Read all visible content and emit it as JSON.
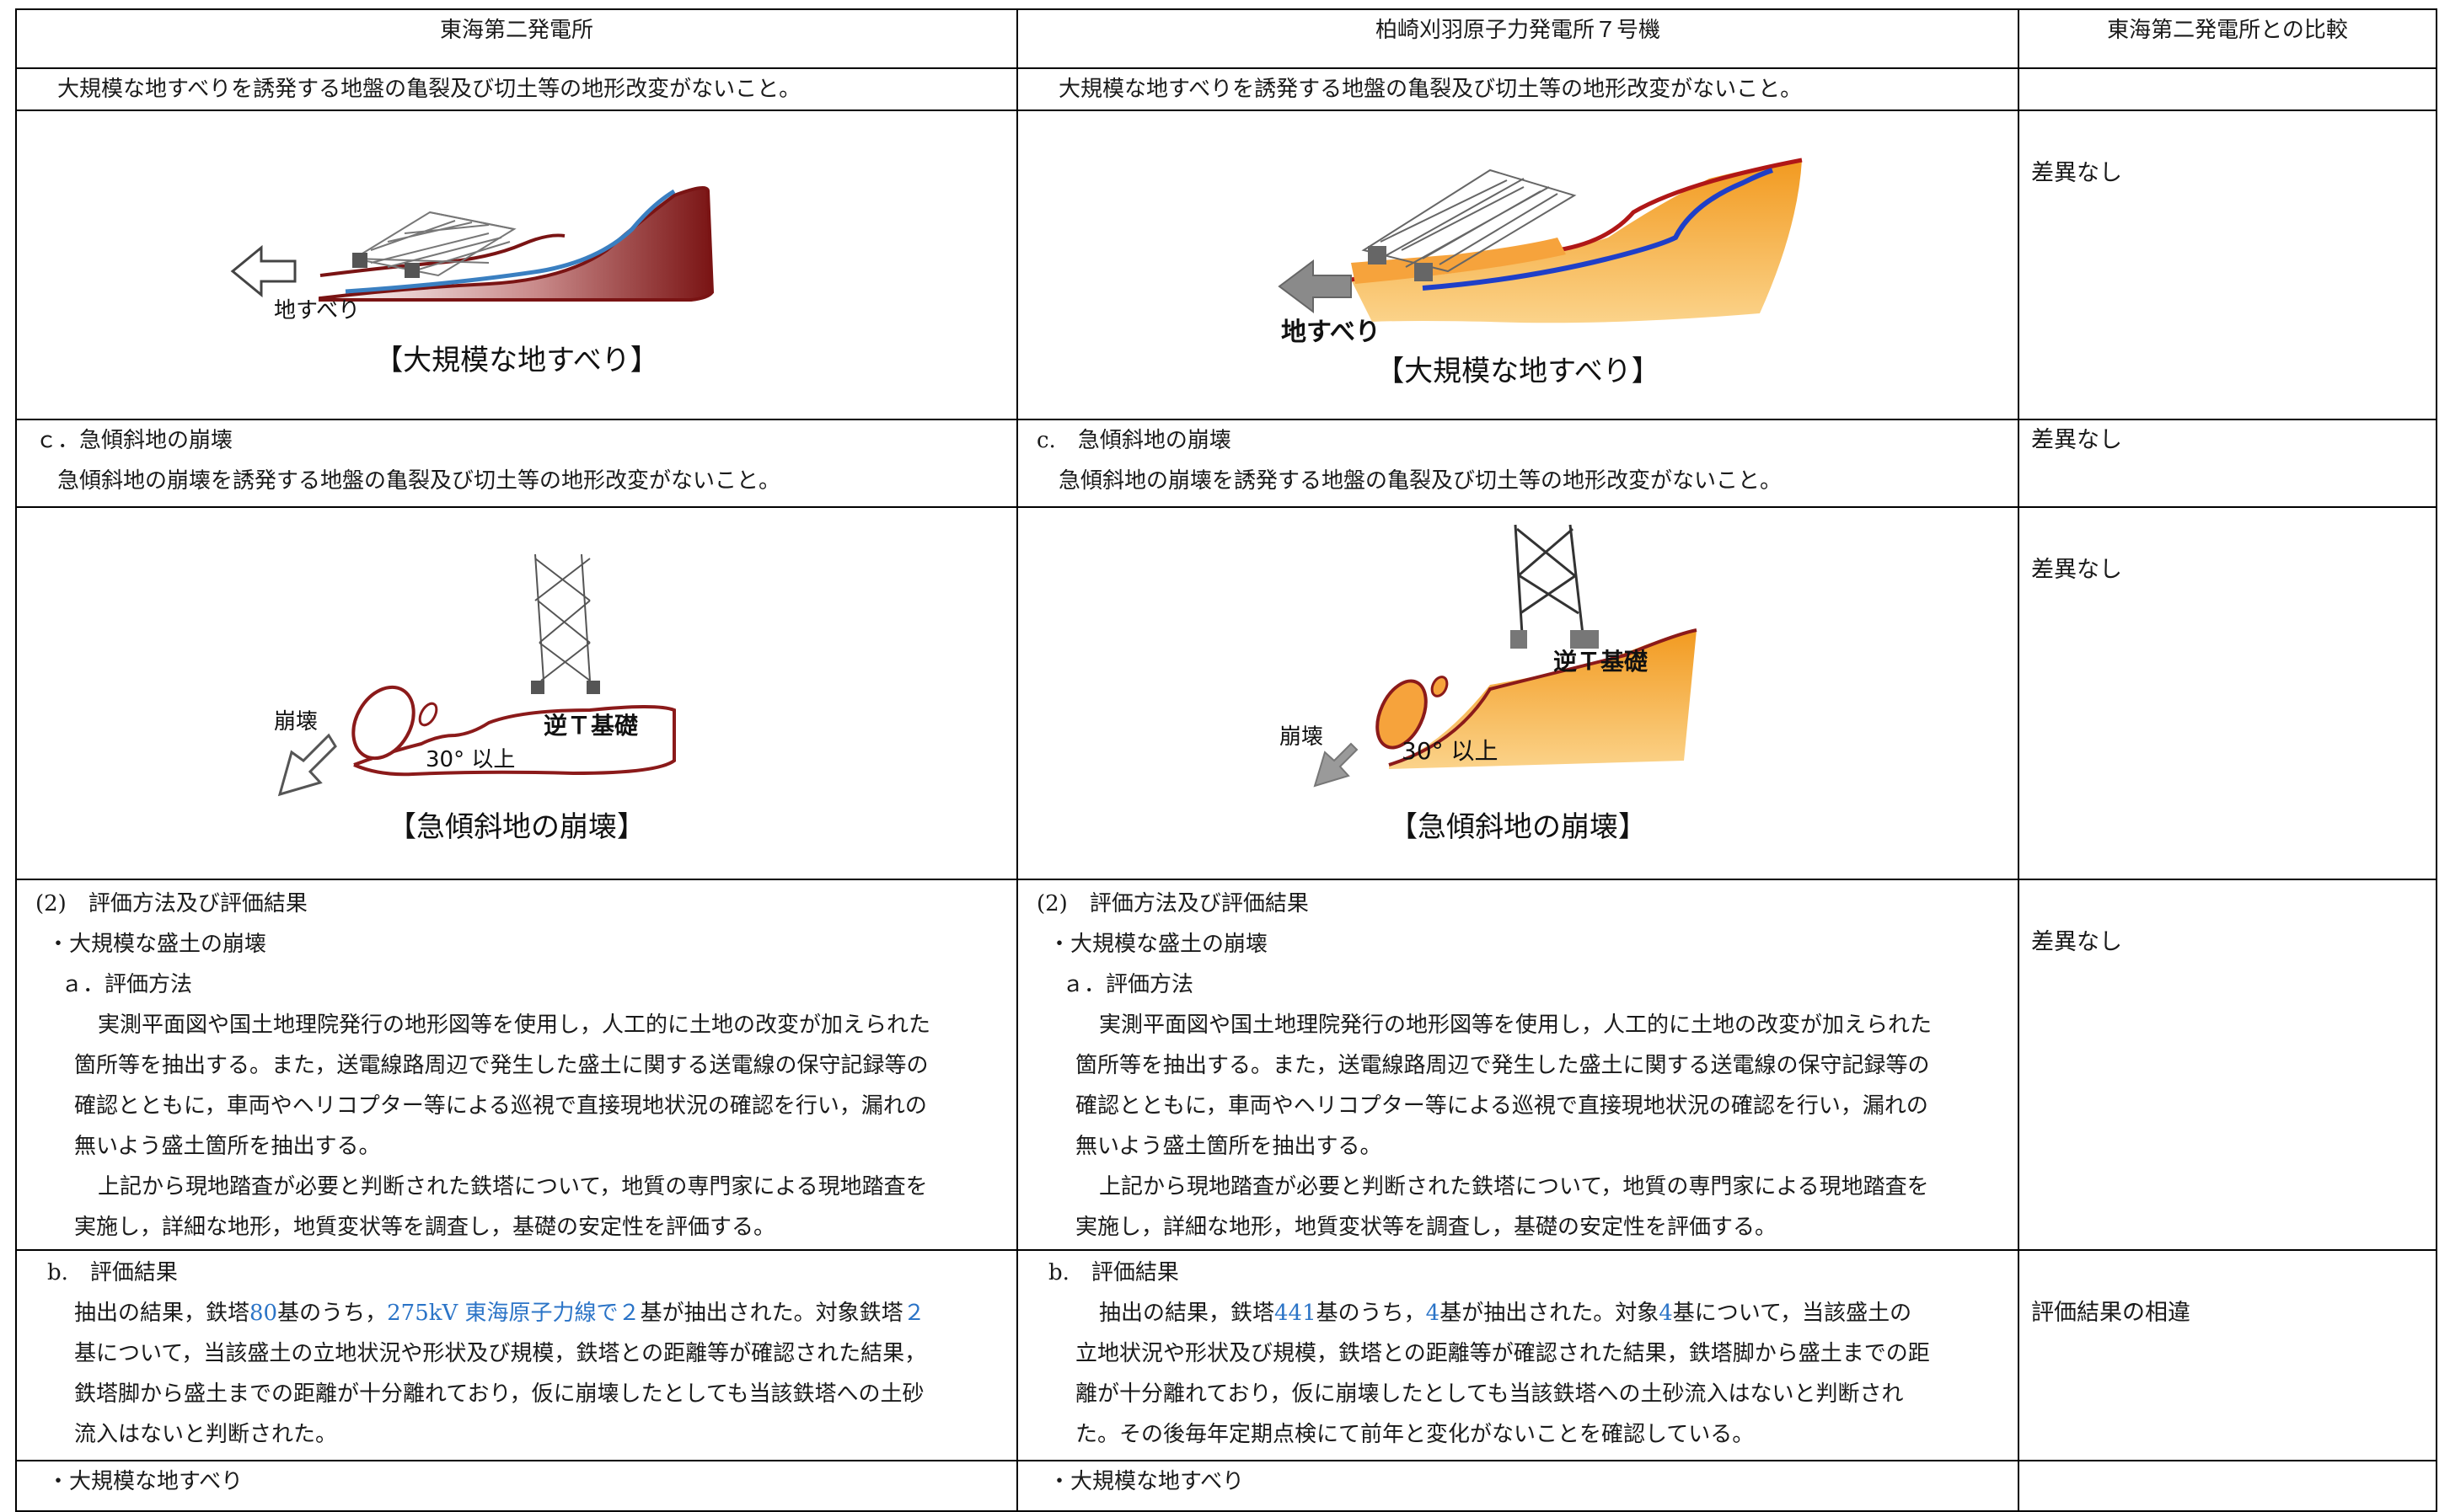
{
  "headers": {
    "col1": "東海第二発電所",
    "col2": "柏崎刈羽原子力発電所７号機",
    "col3": "東海第二発電所との比較"
  },
  "row_intro": {
    "left": "大規模な地すべりを誘発する地盤の亀裂及び切土等の地形改変がないこと。",
    "right": "大規模な地すべりを誘発する地盤の亀裂及び切土等の地形改変がないこと。"
  },
  "row_fig1": {
    "left_label": "地すべり",
    "left_caption": "【大規模な地すべり】",
    "right_label": "地すべり",
    "right_caption": "【大規模な地すべり】",
    "note": "差異なし"
  },
  "row_c": {
    "left_head": "ｃ．急傾斜地の崩壊",
    "left_body": "急傾斜地の崩壊を誘発する地盤の亀裂及び切土等の地形改変がないこと。",
    "right_head": "c.　急傾斜地の崩壊",
    "right_body": "急傾斜地の崩壊を誘発する地盤の亀裂及び切土等の地形改変がないこと。",
    "note": "差異なし"
  },
  "row_fig2": {
    "left_collapse": "崩壊",
    "left_foundation": "逆Ｔ基礎",
    "left_angle": "30° 以上",
    "left_caption": "【急傾斜地の崩壊】",
    "right_collapse": "崩壊",
    "right_foundation": "逆Ｔ基礎",
    "right_angle": "30° 以上",
    "right_caption": "【急傾斜地の崩壊】",
    "note": "差異なし"
  },
  "row_method": {
    "left": {
      "l1": "(2)　評価方法及び評価結果",
      "l2": "・大規模な盛土の崩壊",
      "l3": "ａ．評価方法",
      "l4": "実測平面図や国土地理院発行の地形図等を使用し，人工的に土地の改変が加えられた",
      "l5": "箇所等を抽出する。また，送電線路周辺で発生した盛土に関する送電線の保守記録等の",
      "l6": "確認とともに，車両やヘリコプター等による巡視で直接現地状況の確認を行い，漏れの",
      "l7": "無いよう盛土箇所を抽出する。",
      "l8": "上記から現地踏査が必要と判断された鉄塔について，地質の専門家による現地踏査を",
      "l9": "実施し，詳細な地形，地質変状等を調査し，基礎の安定性を評価する。"
    },
    "right": {
      "l1": "(2)　評価方法及び評価結果",
      "l2": "・大規模な盛土の崩壊",
      "l3": "ａ．評価方法",
      "l4": "実測平面図や国土地理院発行の地形図等を使用し，人工的に土地の改変が加えられた",
      "l5": "箇所等を抽出する。また，送電線路周辺で発生した盛土に関する送電線の保守記録等の",
      "l6": "確認とともに，車両やヘリコプター等による巡視で直接現地状況の確認を行い，漏れの",
      "l7": "無いよう盛土箇所を抽出する。",
      "l8": "上記から現地踏査が必要と判断された鉄塔について，地質の専門家による現地踏査を",
      "l9": "実施し，詳細な地形，地質変状等を調査し，基礎の安定性を評価する。"
    },
    "note": "差異なし"
  },
  "row_result": {
    "left": {
      "head": "b.　評価結果",
      "l1a": "抽出の結果，鉄塔",
      "l1b": "80",
      "l1c": "基のうち，",
      "l1d": "275kV 東海原子力線で２",
      "l1e": "基が抽出された。対象鉄塔",
      "l1f": "２",
      "l2": "基について，当該盛土の立地状況や形状及び規模，鉄塔との距離等が確認された結果，",
      "l3": "鉄塔脚から盛土までの距離が十分離れており，仮に崩壊したとしても当該鉄塔への土砂",
      "l4": "流入はないと判断された。"
    },
    "right": {
      "head": "b.　評価結果",
      "l1a": "抽出の結果，鉄塔",
      "l1b": "441",
      "l1c": "基のうち，",
      "l1d": "4",
      "l1e": "基が抽出された。対象",
      "l1f": "4",
      "l1g": "基について，当該盛土の",
      "l2": "立地状況や形状及び規模，鉄塔との距離等が確認された結果，鉄塔脚から盛土までの距",
      "l3": "離が十分離れており，仮に崩壊したとしても当該鉄塔への土砂流入はないと判断され",
      "l4": "た。その後毎年定期点検にて前年と変化がないことを確認している。"
    },
    "note": "評価結果の相違"
  },
  "row_last": {
    "left": "・大規模な地すべり",
    "right": "・大規模な地すべり"
  },
  "colors": {
    "maroon": "#8b1a1a",
    "orange": "#f6a33c",
    "slip_blue": "#3a7fc1",
    "slip_dark_blue": "#1f3fc8",
    "highlight_blue": "#2b74c7"
  }
}
